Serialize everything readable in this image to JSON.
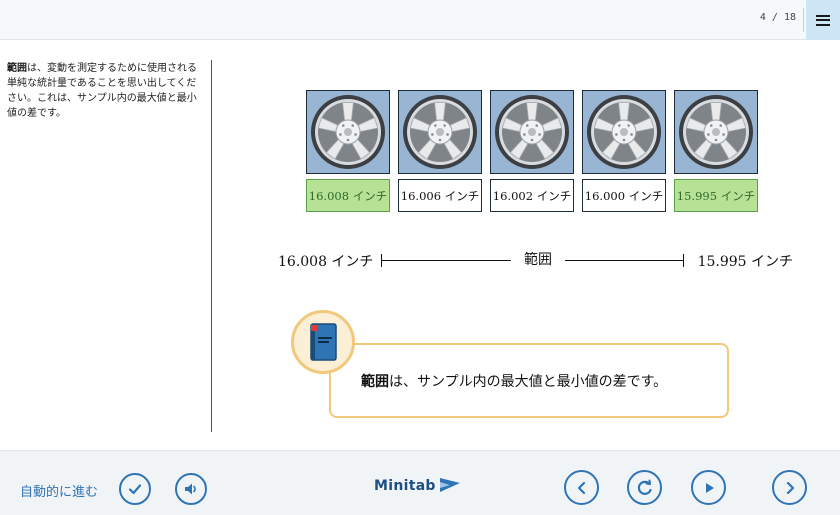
{
  "header": {
    "page_indicator": "4 / 18",
    "menu_icon": "hamburger-menu-icon"
  },
  "sidebar": {
    "term": "範囲",
    "text": "は、変動を測定するために使用される単純な統計量であることを思い出してください。これは、サンプル内の最大値と最小値の差です。"
  },
  "wheels": [
    {
      "label": "16.008 インチ",
      "highlight": true
    },
    {
      "label": "16.006 インチ",
      "highlight": false
    },
    {
      "label": "16.002 インチ",
      "highlight": false
    },
    {
      "label": "16.000 インチ",
      "highlight": false
    },
    {
      "label": "15.995 インチ",
      "highlight": true
    }
  ],
  "range": {
    "left": "16.008 インチ",
    "center": "範囲",
    "right": "15.995 インチ"
  },
  "callout": {
    "term": "範囲",
    "text": "は、サンプル内の最大値と最小値の差です。",
    "icon": "book-icon"
  },
  "footer": {
    "auto_advance_label": "自動的に進む",
    "brand": "Minitab",
    "colors": {
      "accent": "#2f74b5",
      "callout_border": "#f1c97a",
      "highlight": "#b7e296"
    }
  }
}
